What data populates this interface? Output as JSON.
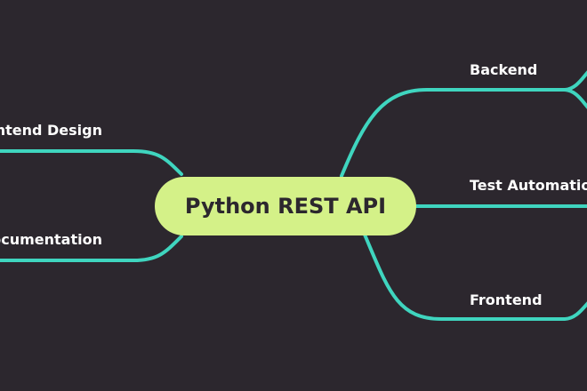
{
  "central_topic": "Python REST API",
  "branches": {
    "backend": "Backend",
    "test_automation": "Test Automation",
    "frontend": "Frontend",
    "frontend_design": "Frontend Design",
    "documentation": "Documentation"
  },
  "colors": {
    "background": "#2c272e",
    "connector": "#3fd5bf",
    "central_fill": "#d4f188",
    "label_text": "#ffffff"
  }
}
